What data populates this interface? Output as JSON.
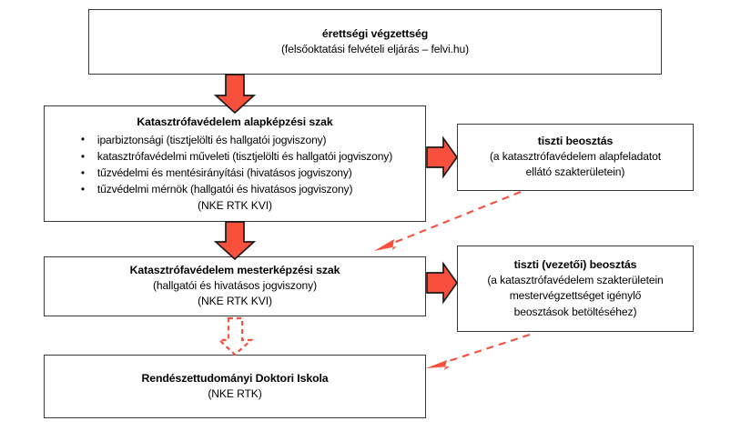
{
  "diagram": {
    "title": "Katasztrofavedelem kepzesi es eloremeneteli folyamatabra",
    "accent_color": "#F8503C",
    "border_color": "#3b3b3b",
    "background": "#ffffff"
  },
  "nodes": {
    "matura": {
      "title": "érettségi végzettség",
      "subtitle": "(felsőoktatási felvételi eljárás – felvi.hu)"
    },
    "bachelor": {
      "title": "Katasztrófavédelem alapképzési szak",
      "bullets": [
        "iparbiztonsági (tisztjelölti és hallgatói jogviszony)",
        "katasztrófavédelmi műveleti (tisztjelölti és hallgatói jogviszony)",
        "tűzvédelmi és mentésirányítási (hivatásos jogviszony)",
        "tűzvédelmi mérnök (hallgatói és hivatásos jogviszony)"
      ],
      "institution": "(NKE RTK KVI)"
    },
    "officer_post": {
      "title": "tiszti beosztás",
      "line1": "(a katasztrófavédelem alapfeladatot",
      "line2": "ellátó szakterületein)"
    },
    "master": {
      "title": "Katasztrófavédelem mesterképzési szak",
      "subtitle": "(hallgatói és hivatásos jogviszony)",
      "institution": "(NKE RTK KVI)"
    },
    "leader_post": {
      "title": "tiszti (vezetői) beosztás",
      "line1": "(a katasztrófavédelem szakterületein",
      "line2": "mestervégzettséget igénylő",
      "line3": "beosztások betöltéséhez)"
    },
    "doctoral": {
      "title": "Rendészettudományi Doktori Iskola",
      "institution": "(NKE RTK)"
    }
  },
  "connectors": [
    {
      "name": "matura-to-bachelor",
      "style": "solid-block",
      "direction": "down"
    },
    {
      "name": "bachelor-to-officer-post",
      "style": "solid-block",
      "direction": "right"
    },
    {
      "name": "bachelor-to-master",
      "style": "solid-block",
      "direction": "down"
    },
    {
      "name": "officer-post-to-master",
      "style": "dashed",
      "direction": "down-left"
    },
    {
      "name": "master-to-leader-post",
      "style": "solid-block",
      "direction": "right"
    },
    {
      "name": "master-to-doctoral",
      "style": "dashed-outline-block",
      "direction": "down"
    },
    {
      "name": "leader-post-to-doctoral",
      "style": "dashed",
      "direction": "down-left"
    }
  ]
}
